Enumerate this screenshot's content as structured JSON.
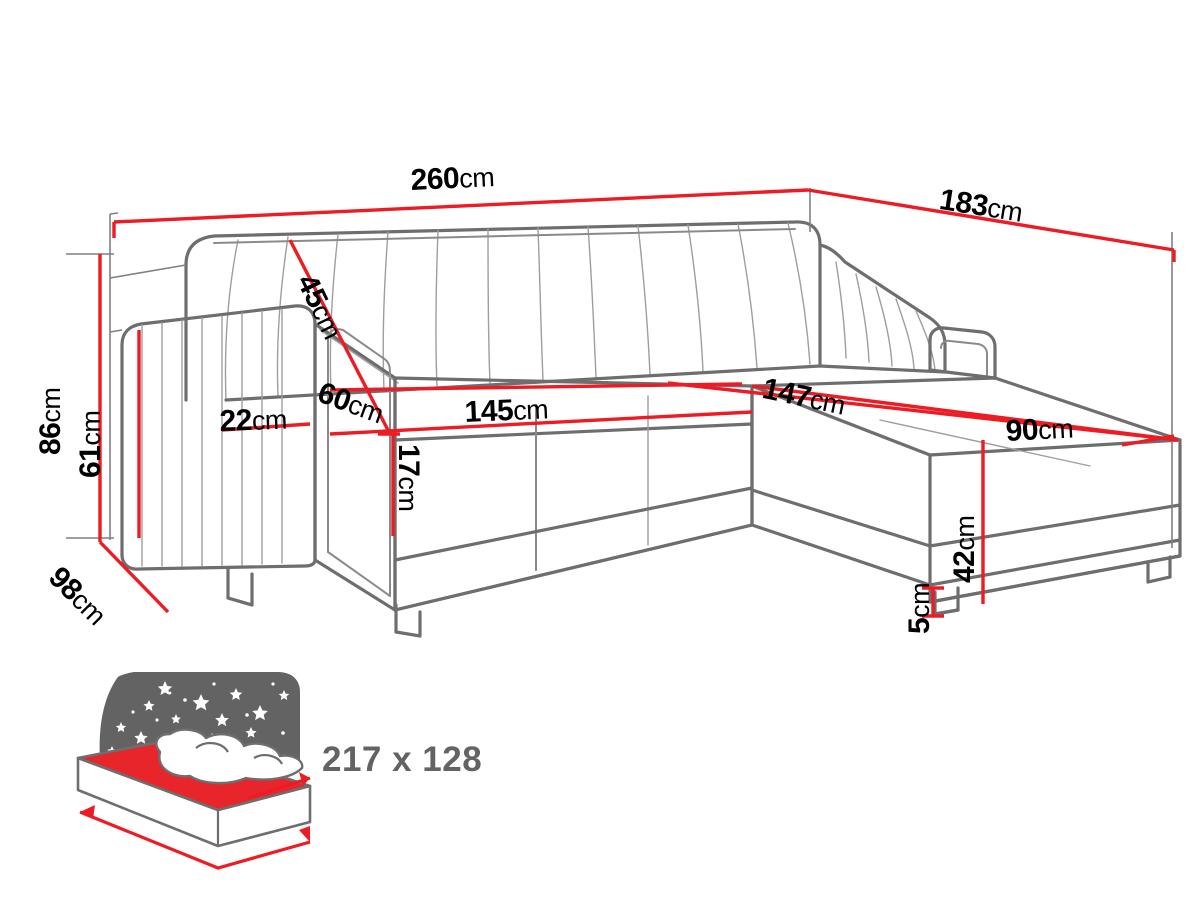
{
  "diagram": {
    "type": "furniture-dimension-drawing",
    "product": "corner-sofa-bed",
    "colors": {
      "dimension_line": "#ED1C24",
      "extension_line": "#7a7a7a",
      "outline_dark": "#6e6e6e",
      "outline_light": "#9a9a9a",
      "label_text": "#000000",
      "bed_label_text": "#636363",
      "bed_backdrop": "#636363",
      "mattress_red": "#E8252B",
      "background": "#ffffff"
    },
    "unit": "cm",
    "measurements": [
      {
        "id": "total-width",
        "value": "260",
        "unit": "cm",
        "name": "overall-width"
      },
      {
        "id": "total-depth",
        "value": "183",
        "unit": "cm",
        "name": "overall-depth-chaise"
      },
      {
        "id": "total-height",
        "value": "86",
        "unit": "cm",
        "name": "overall-height"
      },
      {
        "id": "backrest-height",
        "value": "61",
        "unit": "cm",
        "name": "backrest-height"
      },
      {
        "id": "side-depth",
        "value": "98",
        "unit": "cm",
        "name": "side-depth"
      },
      {
        "id": "back-cushion",
        "value": "45",
        "unit": "cm",
        "name": "backrest-cushion-height"
      },
      {
        "id": "seat-depth",
        "value": "60",
        "unit": "cm",
        "name": "seat-depth"
      },
      {
        "id": "armrest-width",
        "value": "22",
        "unit": "cm",
        "name": "armrest-width"
      },
      {
        "id": "seat-thickness",
        "value": "17",
        "unit": "cm",
        "name": "seat-cushion-thickness"
      },
      {
        "id": "seat-width",
        "value": "145",
        "unit": "cm",
        "name": "seat-width"
      },
      {
        "id": "chaise-length",
        "value": "147",
        "unit": "cm",
        "name": "chaise-length"
      },
      {
        "id": "chaise-width",
        "value": "90",
        "unit": "cm",
        "name": "chaise-width"
      },
      {
        "id": "chaise-seat-height",
        "value": "42",
        "unit": "cm",
        "name": "chaise-seat-height"
      },
      {
        "id": "leg-height",
        "value": "5",
        "unit": "cm",
        "name": "leg-height"
      }
    ]
  },
  "bed_info": {
    "icon_name": "bed-with-starry-night-icon",
    "sleeping_area": "217 x 128"
  }
}
